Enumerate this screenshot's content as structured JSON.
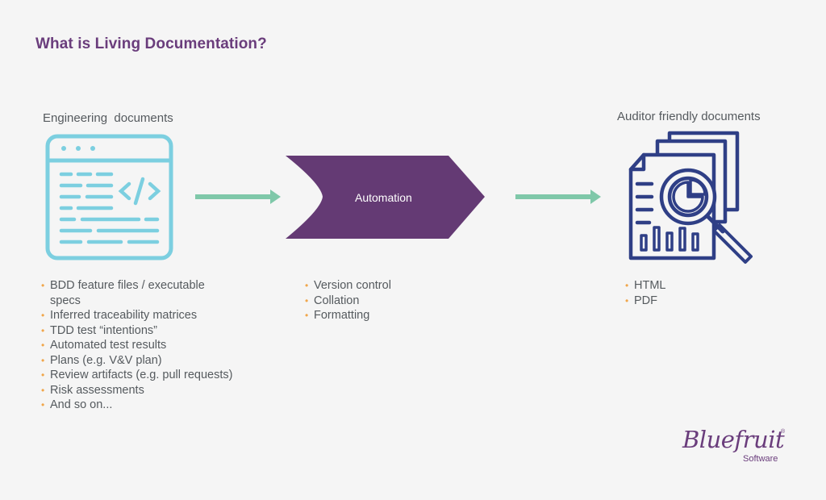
{
  "title": "What is Living Documentation?",
  "left": {
    "heading": "Engineering  documents",
    "items": [
      "BDD feature files / executable specs",
      "Inferred traceability matrices",
      "TDD test “intentions”",
      "Automated test results",
      "Plans (e.g. V&V plan)",
      "Review artifacts (e.g. pull requests)",
      "Risk assessments",
      "And so on..."
    ]
  },
  "middle": {
    "label": "Automation",
    "items": [
      "Version control",
      "Collation",
      "Formatting"
    ]
  },
  "right": {
    "heading": "Auditor friendly documents",
    "items": [
      "HTML",
      "PDF"
    ]
  },
  "logo": {
    "word": "Bluefruit",
    "reg": "®",
    "sub": "Software"
  },
  "colors": {
    "purple": "#643a74",
    "title_purple": "#6a3d7c",
    "arrow_green": "#7fc8a9",
    "code_blue": "#7ccfe0",
    "report_navy": "#2f3f86",
    "bullet_orange": "#f0a64b"
  }
}
